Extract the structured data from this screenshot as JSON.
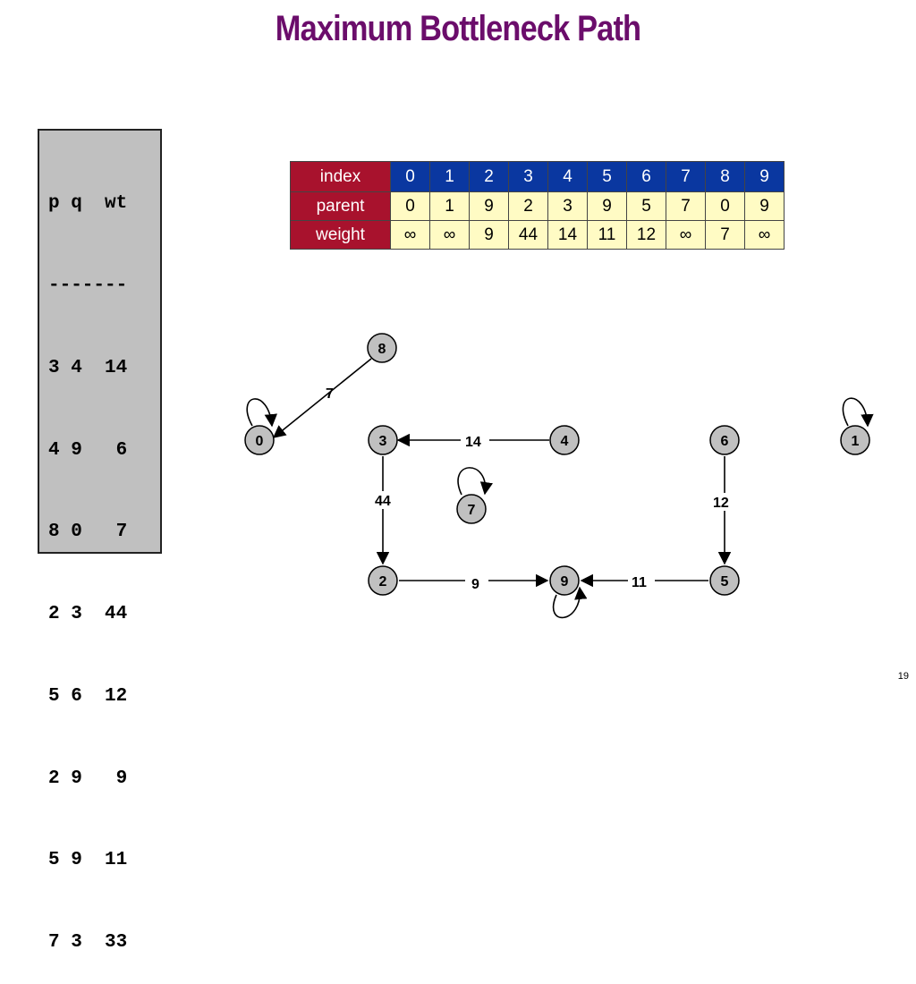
{
  "title": "Maximum Bottleneck Path",
  "page_number": "19",
  "edge_list": {
    "header": "p q  wt",
    "divider": "-------",
    "rows": [
      "3 4  14",
      "4 9   6",
      "8 0   7",
      "2 3  44",
      "5 6  12",
      "2 9   9",
      "5 9  11",
      "7 3  33"
    ]
  },
  "array_table": {
    "row_labels": [
      "index",
      "parent",
      "weight"
    ],
    "index": [
      "0",
      "1",
      "2",
      "3",
      "4",
      "5",
      "6",
      "7",
      "8",
      "9"
    ],
    "parent": [
      "0",
      "1",
      "9",
      "2",
      "3",
      "9",
      "5",
      "7",
      "0",
      "9"
    ],
    "weight": [
      "∞",
      "∞",
      "9",
      "44",
      "14",
      "11",
      "12",
      "∞",
      "7",
      "∞"
    ]
  },
  "graph": {
    "nodes": [
      "0",
      "1",
      "2",
      "3",
      "4",
      "5",
      "6",
      "7",
      "8",
      "9"
    ],
    "edges": [
      {
        "from": "8",
        "to": "0",
        "label": "7"
      },
      {
        "from": "4",
        "to": "3",
        "label": "14"
      },
      {
        "from": "3",
        "to": "2",
        "label": "44"
      },
      {
        "from": "2",
        "to": "9",
        "label": "9"
      },
      {
        "from": "5",
        "to": "9",
        "label": "11"
      },
      {
        "from": "6",
        "to": "5",
        "label": "12"
      }
    ],
    "self_loops": [
      "0",
      "1",
      "7",
      "9"
    ]
  },
  "colors": {
    "title": "#6b0d6b",
    "row_header_bg": "#a8122d",
    "index_row_bg": "#0a37a0",
    "value_cell_bg": "#fffbc4",
    "node_fill": "#c0c0c0",
    "panel_bg": "#c0c0c0"
  }
}
